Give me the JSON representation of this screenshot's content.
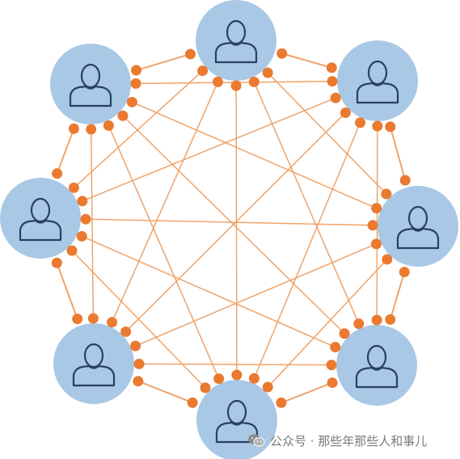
{
  "diagram": {
    "nodes": [
      {
        "id": "top"
      },
      {
        "id": "upper-right"
      },
      {
        "id": "right"
      },
      {
        "id": "lower-right"
      },
      {
        "id": "bottom"
      },
      {
        "id": "lower-left"
      },
      {
        "id": "left"
      },
      {
        "id": "upper-left"
      }
    ],
    "edges": "complete-graph",
    "node_icon": "person-icon",
    "colors": {
      "node_fill": "#a9c8e6",
      "node_outline": "#2b3f66",
      "edge": "#efa36a",
      "dot": "#ea7a30"
    }
  },
  "watermark": {
    "text": "公众号 · 那些年那些人和事儿",
    "icon": "wechat-icon"
  }
}
